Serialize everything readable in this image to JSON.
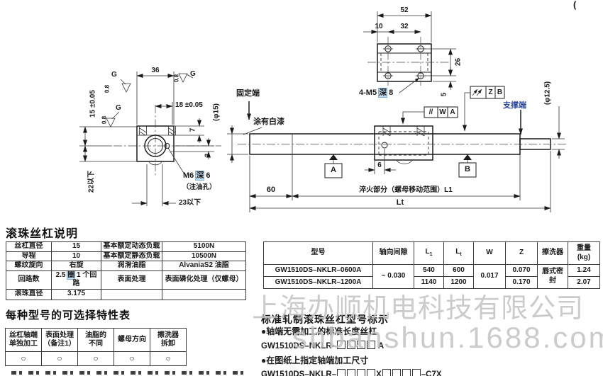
{
  "page": {
    "corner_mark": "(",
    "watermark_line1": "上海办顺机电科技有限公司",
    "watermark_line2": "shbanshun.1688.com",
    "colors": {
      "highlight_bg": "#c5def2",
      "highlight_border": "#7fb0d8",
      "support_end_text": "#2b4a9e",
      "watermark_gray": "#c3c3c3"
    }
  },
  "front_view": {
    "dim_36": "36",
    "dim_18": "18 ±0.05",
    "dim_7": "7",
    "dim_3": "3",
    "dim_15": "15 ±0.05",
    "dim_22": "22以下",
    "dim_23": "23以下",
    "m6_pre": "M6 ",
    "m6_hl": "深",
    "m6_post": " 6",
    "oil_hole_note": "（注油孔）",
    "g_mark": "G",
    "roughness": "0.8"
  },
  "top_view": {
    "dim_52": "52",
    "dim_10": "10",
    "dim_32": "32",
    "dim_26": "26",
    "dim_5": "5",
    "holes_pre": "4-M5 ",
    "holes_hl": "深",
    "holes_post": " 8"
  },
  "shaft_view": {
    "fixed_end": "固定端",
    "white_paint": "涂有白漆",
    "support_end": "支撑端",
    "phi15": "(φ15)",
    "phi125": "(φ12.5)",
    "datum_a": "A",
    "datum_b": "B",
    "parallel_sym": "//",
    "parallel_tol": "W",
    "parallel_datum": "A",
    "runout_tol": "Z",
    "runout_datum": "B",
    "dim_6": "6",
    "dim_60": "60",
    "dim_l1": "淬火部分（螺母移动范围）L1",
    "dim_lt": "Lt"
  },
  "spec_table": {
    "title": "滚珠丝杠说明",
    "r1": {
      "l1": "丝杠直径",
      "v1": "15",
      "l2": "基本额定动态负载",
      "v2": "5100N"
    },
    "r2": {
      "l1": "导程",
      "v1": "10",
      "l2": "基本额定静态负载",
      "v2": "10500N"
    },
    "r3": {
      "l1": "螺纹旋向",
      "v1": "右旋",
      "l2": "润滑油脂",
      "v2": "AlvaniaS2 油脂"
    },
    "r4": {
      "l1": "回路数",
      "v1_pre": "2.5 ",
      "v1_hl": "圈",
      "v1_post": " 1 个回路",
      "l2": "表面处理",
      "v2": "表面磷化处理（仅螺母）"
    },
    "r5": {
      "l1": "滚珠直径",
      "v1": "3.175",
      "l2": "",
      "v2": ""
    }
  },
  "model_table": {
    "h_model": "型号",
    "h_clearance": "轴向间隙",
    "h_l1_main": "L",
    "h_l1_sub": "1",
    "h_lt_main": "L",
    "h_lt_sub": "t",
    "h_w": "W",
    "h_z": "Z",
    "h_wiper": "擦洗器",
    "h_weight": "重量\n(kg)",
    "clearance": "~ 0.030",
    "w": "0.017",
    "wiper": "唇式密\n封",
    "rows": [
      {
        "model": "GW1510DS–NKLR–0600A",
        "l1": "540",
        "lt": "600",
        "z": "0.070",
        "weight": "1.24"
      },
      {
        "model": "GW1510DS–NKLR–1200A",
        "l1": "1140",
        "lt": "1200",
        "z": "0.170",
        "weight": "2.07"
      }
    ]
  },
  "options_table": {
    "title": "每种型号的可选择特性表",
    "headers": [
      "丝杠轴端\n单独加工",
      "表面处理\n（备注1）",
      "油脂的\n不同",
      "螺母方向",
      "擦洗器\n拆卸"
    ],
    "values": [
      "○",
      "○",
      "○",
      "○",
      "○"
    ]
  },
  "designation": {
    "title": "标准轧制滚珠丝杠型号标示",
    "bullet1": "●轴端无需加工的标准长度丝杠",
    "code1_pre": "GW1510DS–NKLR–",
    "code1_post": "A",
    "bullet2": "●在图纸上指定轴端加工尺寸",
    "code2_pre": "GW1510DS–NKLR–",
    "code2_mid": "X",
    "code2_post": "–C7X"
  }
}
